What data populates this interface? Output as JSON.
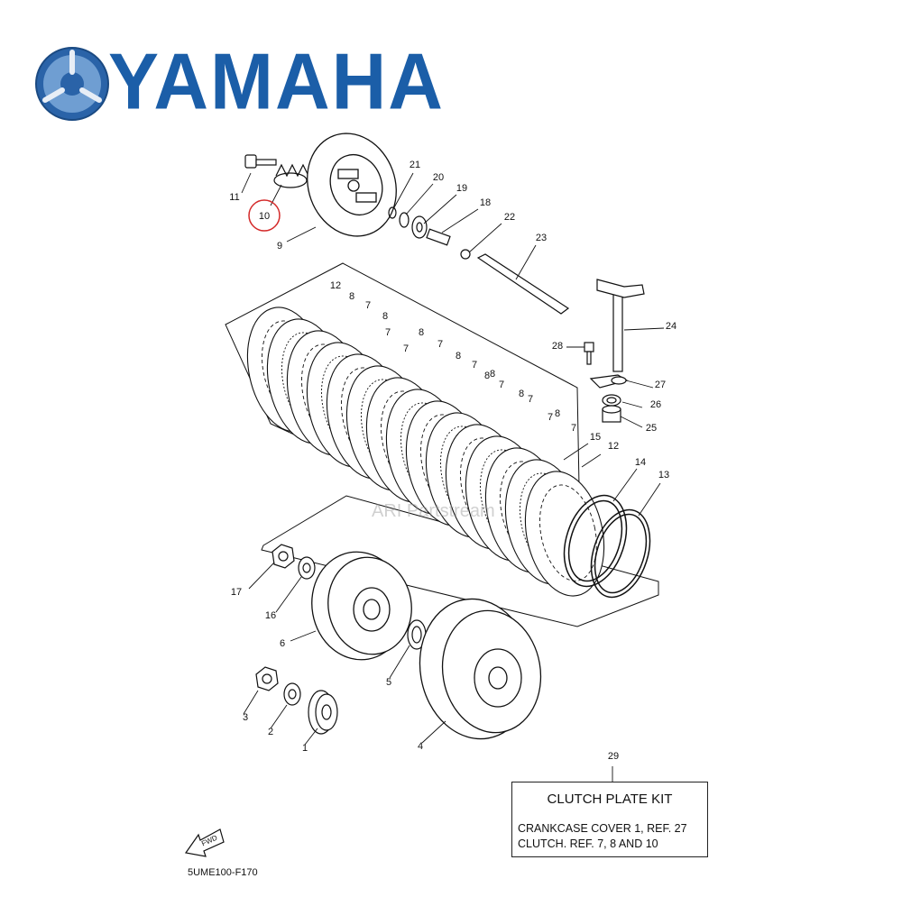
{
  "brand": {
    "name": "YAMAHA",
    "logo_icon": "yamaha-tuning-fork-emblem",
    "color": "#1b5ea8"
  },
  "callouts": [
    "1",
    "2",
    "3",
    "4",
    "5",
    "6",
    "7",
    "8",
    "9",
    "10",
    "11",
    "12",
    "13",
    "14",
    "15",
    "16",
    "17",
    "18",
    "19",
    "20",
    "21",
    "22",
    "23",
    "24",
    "25",
    "26",
    "27",
    "28",
    "29"
  ],
  "highlighted_callout": "10",
  "highlight_color": "#d42a2a",
  "kit_box": {
    "ref": "29",
    "title": "CLUTCH PLATE KIT",
    "lines": [
      "CRANKCASE COVER 1, REF. 27",
      "CLUTCH. REF. 7, 8 AND 10"
    ]
  },
  "watermark": "ARI Partstream",
  "diagram_code": "5UME100-F170",
  "fwd_label": "FWD"
}
